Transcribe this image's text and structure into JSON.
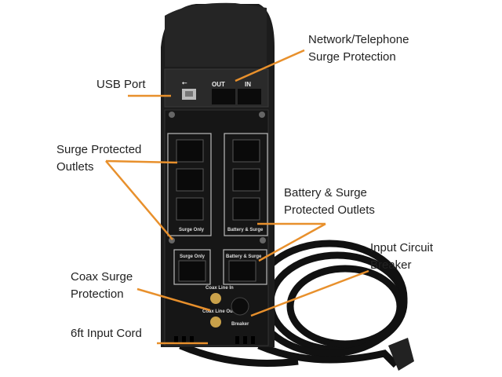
{
  "callouts": {
    "network": [
      "Network/Telephone",
      "Surge Protection"
    ],
    "usb": "USB Port",
    "surge_outlets": [
      "Surge Protected",
      "Outlets"
    ],
    "battery_outlets": [
      "Battery & Surge",
      "Protected Outlets"
    ],
    "breaker": [
      "Input Circuit",
      "Breaker"
    ],
    "coax": [
      "Coax Surge",
      "Protection"
    ],
    "cord": "6ft Input Cord"
  },
  "device_labels": {
    "out": "OUT",
    "in": "IN",
    "surge_only": "Surge Only",
    "battery_surge": "Battery & Surge",
    "coax_in": "Coax Line In",
    "coax_out": "Coax Line Out",
    "breaker": "Breaker"
  },
  "colors": {
    "callout_line": "#e8902c",
    "device": "#1c1c1c"
  }
}
